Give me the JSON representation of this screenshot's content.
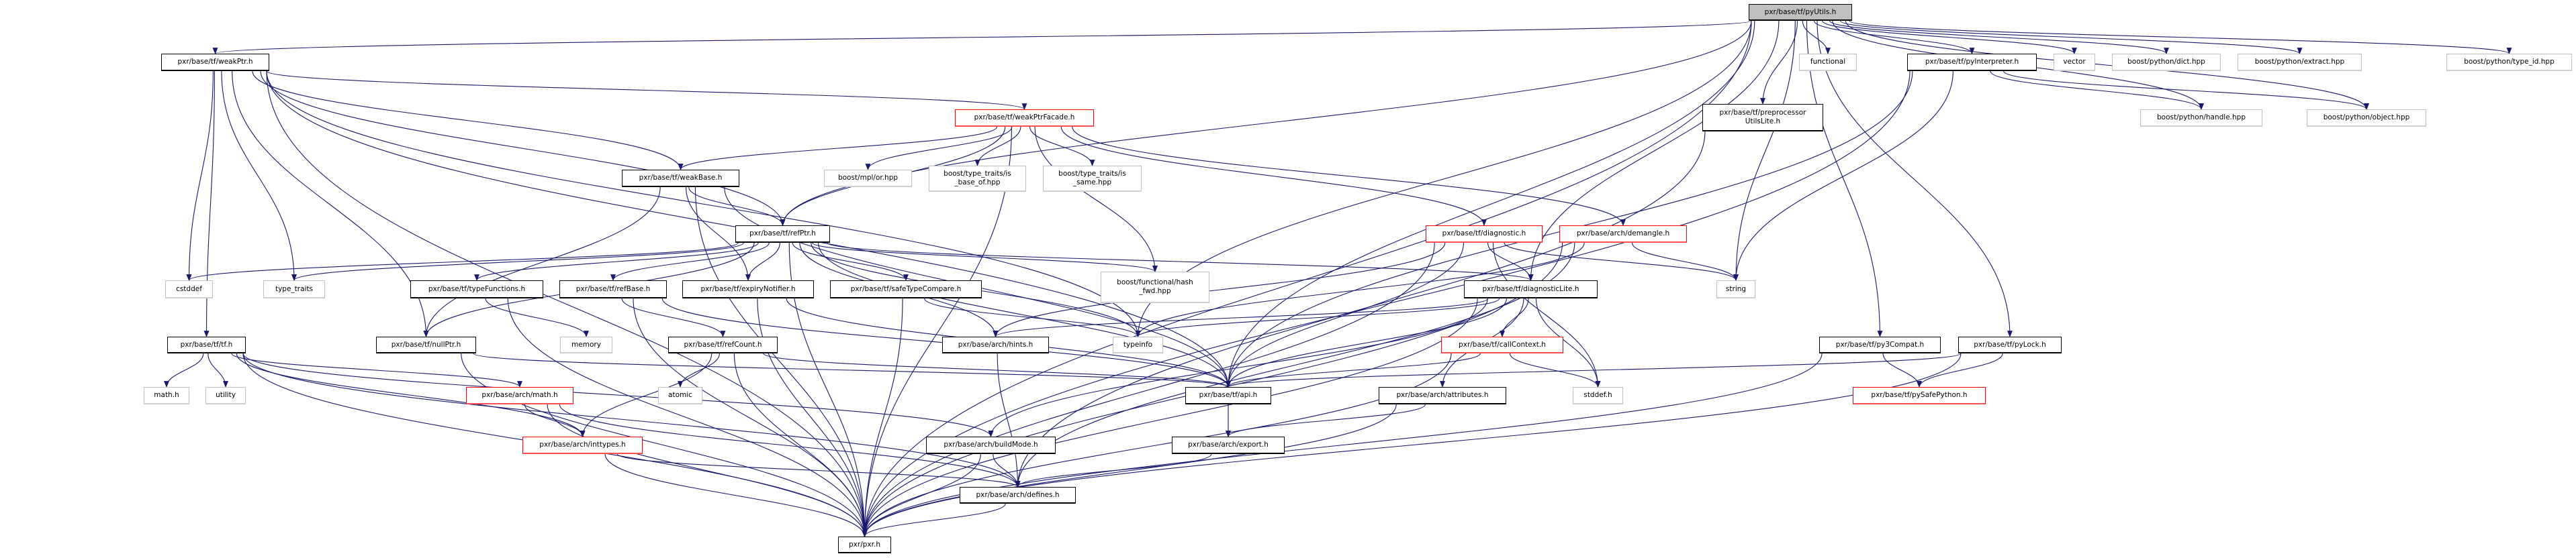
{
  "colors": {
    "edge": "#191970",
    "root_fill": "#bfbfbf",
    "truncated_border": "#ff0000",
    "external_border": "#bfbfbf"
  },
  "nodes": [
    {
      "id": "pyUtils",
      "label": "pxr/base/tf/pyUtils.h",
      "kind": "root"
    },
    {
      "id": "weakPtr",
      "label": "pxr/base/tf/weakPtr.h",
      "kind": "internal"
    },
    {
      "id": "functional",
      "label": "functional",
      "kind": "ext"
    },
    {
      "id": "pyInterpreter",
      "label": "pxr/base/tf/pyInterpreter.h",
      "kind": "internal"
    },
    {
      "id": "vector",
      "label": "vector",
      "kind": "ext"
    },
    {
      "id": "dict",
      "label": "boost/python/dict.hpp",
      "kind": "ext"
    },
    {
      "id": "extract",
      "label": "boost/python/extract.hpp",
      "kind": "ext"
    },
    {
      "id": "typeid",
      "label": "boost/python/type_id.hpp",
      "kind": "ext"
    },
    {
      "id": "weakPtrFacade",
      "label": "pxr/base/tf/weakPtrFacade.h",
      "kind": "red"
    },
    {
      "id": "preproc",
      "label": "pxr/base/tf/preprocessor\nUtilsLite.h",
      "kind": "internal"
    },
    {
      "id": "handle",
      "label": "boost/python/handle.hpp",
      "kind": "ext"
    },
    {
      "id": "object",
      "label": "boost/python/object.hpp",
      "kind": "ext"
    },
    {
      "id": "weakBase",
      "label": "pxr/base/tf/weakBase.h",
      "kind": "internal"
    },
    {
      "id": "mplor",
      "label": "boost/mpl/or.hpp",
      "kind": "ext"
    },
    {
      "id": "isbase",
      "label": "boost/type_traits/is\n_base_of.hpp",
      "kind": "ext"
    },
    {
      "id": "issame",
      "label": "boost/type_traits/is\n_same.hpp",
      "kind": "ext"
    },
    {
      "id": "refPtr",
      "label": "pxr/base/tf/refPtr.h",
      "kind": "internal"
    },
    {
      "id": "diagnostic",
      "label": "pxr/base/tf/diagnostic.h",
      "kind": "red"
    },
    {
      "id": "demangle",
      "label": "pxr/base/arch/demangle.h",
      "kind": "red"
    },
    {
      "id": "cstddef",
      "label": "cstddef",
      "kind": "ext"
    },
    {
      "id": "typetraits",
      "label": "type_traits",
      "kind": "ext"
    },
    {
      "id": "typeFunctions",
      "label": "pxr/base/tf/typeFunctions.h",
      "kind": "internal"
    },
    {
      "id": "refBase",
      "label": "pxr/base/tf/refBase.h",
      "kind": "internal"
    },
    {
      "id": "expiry",
      "label": "pxr/base/tf/expiryNotifier.h",
      "kind": "internal"
    },
    {
      "id": "safeType",
      "label": "pxr/base/tf/safeTypeCompare.h",
      "kind": "internal"
    },
    {
      "id": "hashfwd",
      "label": "boost/functional/hash\n_fwd.hpp",
      "kind": "ext"
    },
    {
      "id": "diagLite",
      "label": "pxr/base/tf/diagnosticLite.h",
      "kind": "internal"
    },
    {
      "id": "string",
      "label": "string",
      "kind": "ext"
    },
    {
      "id": "tf",
      "label": "pxr/base/tf/tf.h",
      "kind": "internal"
    },
    {
      "id": "nullPtr",
      "label": "pxr/base/tf/nullPtr.h",
      "kind": "internal"
    },
    {
      "id": "memory",
      "label": "memory",
      "kind": "ext"
    },
    {
      "id": "refCount",
      "label": "pxr/base/tf/refCount.h",
      "kind": "internal"
    },
    {
      "id": "hints",
      "label": "pxr/base/arch/hints.h",
      "kind": "internal"
    },
    {
      "id": "typeinfo",
      "label": "typeinfo",
      "kind": "ext"
    },
    {
      "id": "callContext",
      "label": "pxr/base/tf/callContext.h",
      "kind": "red"
    },
    {
      "id": "py3Compat",
      "label": "pxr/base/tf/py3Compat.h",
      "kind": "internal"
    },
    {
      "id": "pyLock",
      "label": "pxr/base/tf/pyLock.h",
      "kind": "internal"
    },
    {
      "id": "mathh",
      "label": "math.h",
      "kind": "ext"
    },
    {
      "id": "utility",
      "label": "utility",
      "kind": "ext"
    },
    {
      "id": "archMath",
      "label": "pxr/base/arch/math.h",
      "kind": "red"
    },
    {
      "id": "atomic",
      "label": "atomic",
      "kind": "ext"
    },
    {
      "id": "api",
      "label": "pxr/base/tf/api.h",
      "kind": "internal"
    },
    {
      "id": "attributes",
      "label": "pxr/base/arch/attributes.h",
      "kind": "internal"
    },
    {
      "id": "stddef",
      "label": "stddef.h",
      "kind": "ext"
    },
    {
      "id": "pySafePython",
      "label": "pxr/base/tf/pySafePython.h",
      "kind": "red"
    },
    {
      "id": "inttypes",
      "label": "pxr/base/arch/inttypes.h",
      "kind": "red"
    },
    {
      "id": "buildMode",
      "label": "pxr/base/arch/buildMode.h",
      "kind": "internal"
    },
    {
      "id": "export",
      "label": "pxr/base/arch/export.h",
      "kind": "internal"
    },
    {
      "id": "defines",
      "label": "pxr/base/arch/defines.h",
      "kind": "internal"
    },
    {
      "id": "pxr",
      "label": "pxr/pxr.h",
      "kind": "internal"
    }
  ],
  "edges": [
    [
      "pyUtils",
      "weakPtr"
    ],
    [
      "pyUtils",
      "refPtr"
    ],
    [
      "pyUtils",
      "functional"
    ],
    [
      "pyUtils",
      "pyInterpreter"
    ],
    [
      "pyUtils",
      "vector"
    ],
    [
      "pyUtils",
      "dict"
    ],
    [
      "pyUtils",
      "extract"
    ],
    [
      "pyUtils",
      "typeid"
    ],
    [
      "pyUtils",
      "handle"
    ],
    [
      "pyUtils",
      "object"
    ],
    [
      "pyUtils",
      "preproc"
    ],
    [
      "pyUtils",
      "string"
    ],
    [
      "pyUtils",
      "typeinfo"
    ],
    [
      "pyUtils",
      "api"
    ],
    [
      "pyUtils",
      "diagLite"
    ],
    [
      "pyUtils",
      "py3Compat"
    ],
    [
      "pyUtils",
      "pyLock"
    ],
    [
      "pyUtils",
      "pxr"
    ],
    [
      "weakPtr",
      "weakBase"
    ],
    [
      "weakPtr",
      "weakPtrFacade"
    ],
    [
      "weakPtr",
      "refPtr"
    ],
    [
      "weakPtr",
      "nullPtr"
    ],
    [
      "weakPtr",
      "tf"
    ],
    [
      "weakPtr",
      "cstddef"
    ],
    [
      "weakPtr",
      "typetraits"
    ],
    [
      "weakPtr",
      "api"
    ],
    [
      "weakPtr",
      "pxr"
    ],
    [
      "weakPtr",
      "typeinfo"
    ],
    [
      "weakPtrFacade",
      "weakBase"
    ],
    [
      "weakPtrFacade",
      "refPtr"
    ],
    [
      "weakPtrFacade",
      "mplor"
    ],
    [
      "weakPtrFacade",
      "isbase"
    ],
    [
      "weakPtrFacade",
      "issame"
    ],
    [
      "weakPtrFacade",
      "hashfwd"
    ],
    [
      "weakPtrFacade",
      "diagnostic"
    ],
    [
      "weakPtrFacade",
      "demangle"
    ],
    [
      "weakPtrFacade",
      "pxr"
    ],
    [
      "weakBase",
      "refPtr"
    ],
    [
      "weakBase",
      "expiry"
    ],
    [
      "weakBase",
      "api"
    ],
    [
      "weakBase",
      "pxr"
    ],
    [
      "weakBase",
      "nullPtr"
    ],
    [
      "refPtr",
      "cstddef"
    ],
    [
      "refPtr",
      "typetraits"
    ],
    [
      "refPtr",
      "typeFunctions"
    ],
    [
      "refPtr",
      "refBase"
    ],
    [
      "refPtr",
      "expiry"
    ],
    [
      "refPtr",
      "safeType"
    ],
    [
      "refPtr",
      "hashfwd"
    ],
    [
      "refPtr",
      "diagLite"
    ],
    [
      "refPtr",
      "nullPtr"
    ],
    [
      "refPtr",
      "hints"
    ],
    [
      "refPtr",
      "typeinfo"
    ],
    [
      "refPtr",
      "api"
    ],
    [
      "refPtr",
      "pxr"
    ],
    [
      "typeFunctions",
      "memory"
    ],
    [
      "typeFunctions",
      "pxr"
    ],
    [
      "refBase",
      "refCount"
    ],
    [
      "refBase",
      "api"
    ],
    [
      "refBase",
      "pxr"
    ],
    [
      "expiry",
      "api"
    ],
    [
      "expiry",
      "pxr"
    ],
    [
      "safeType",
      "typeinfo"
    ],
    [
      "safeType",
      "pxr"
    ],
    [
      "refCount",
      "atomic"
    ],
    [
      "refCount",
      "inttypes"
    ],
    [
      "refCount",
      "pxr"
    ],
    [
      "refCount",
      "api"
    ],
    [
      "tf",
      "mathh"
    ],
    [
      "tf",
      "utility"
    ],
    [
      "tf",
      "archMath"
    ],
    [
      "tf",
      "inttypes"
    ],
    [
      "tf",
      "buildMode"
    ],
    [
      "tf",
      "defines"
    ],
    [
      "tf",
      "pxr"
    ],
    [
      "nullPtr",
      "api"
    ],
    [
      "nullPtr",
      "pxr"
    ],
    [
      "archMath",
      "inttypes"
    ],
    [
      "archMath",
      "defines"
    ],
    [
      "archMath",
      "pxr"
    ],
    [
      "inttypes",
      "defines"
    ],
    [
      "inttypes",
      "pxr"
    ],
    [
      "diagnostic",
      "diagLite"
    ],
    [
      "diagnostic",
      "api"
    ],
    [
      "diagnostic",
      "hints"
    ],
    [
      "diagnostic",
      "stddef"
    ],
    [
      "diagnostic",
      "string"
    ],
    [
      "diagnostic",
      "pxr"
    ],
    [
      "demangle",
      "string"
    ],
    [
      "demangle",
      "typeinfo"
    ],
    [
      "demangle",
      "defines"
    ],
    [
      "demangle",
      "pxr"
    ],
    [
      "diagLite",
      "hints"
    ],
    [
      "diagLite",
      "typeinfo"
    ],
    [
      "diagLite",
      "callContext"
    ],
    [
      "diagLite",
      "attributes"
    ],
    [
      "diagLite",
      "api"
    ],
    [
      "diagLite",
      "stddef"
    ],
    [
      "diagLite",
      "buildMode"
    ],
    [
      "diagLite",
      "pxr"
    ],
    [
      "callContext",
      "api"
    ],
    [
      "callContext",
      "stddef"
    ],
    [
      "callContext",
      "pxr"
    ],
    [
      "hints",
      "defines"
    ],
    [
      "api",
      "export"
    ],
    [
      "attributes",
      "export"
    ],
    [
      "attributes",
      "pxr"
    ],
    [
      "export",
      "defines"
    ],
    [
      "buildMode",
      "defines"
    ],
    [
      "buildMode",
      "pxr"
    ],
    [
      "defines",
      "pxr"
    ],
    [
      "preproc",
      "defines"
    ],
    [
      "pyInterpreter",
      "handle"
    ],
    [
      "pyInterpreter",
      "object"
    ],
    [
      "pyInterpreter",
      "string"
    ],
    [
      "pyInterpreter",
      "api"
    ],
    [
      "pyInterpreter",
      "pxr"
    ],
    [
      "py3Compat",
      "pySafePython"
    ],
    [
      "py3Compat",
      "pxr"
    ],
    [
      "pyLock",
      "pySafePython"
    ],
    [
      "pyLock",
      "api"
    ],
    [
      "pyLock",
      "pxr"
    ]
  ]
}
